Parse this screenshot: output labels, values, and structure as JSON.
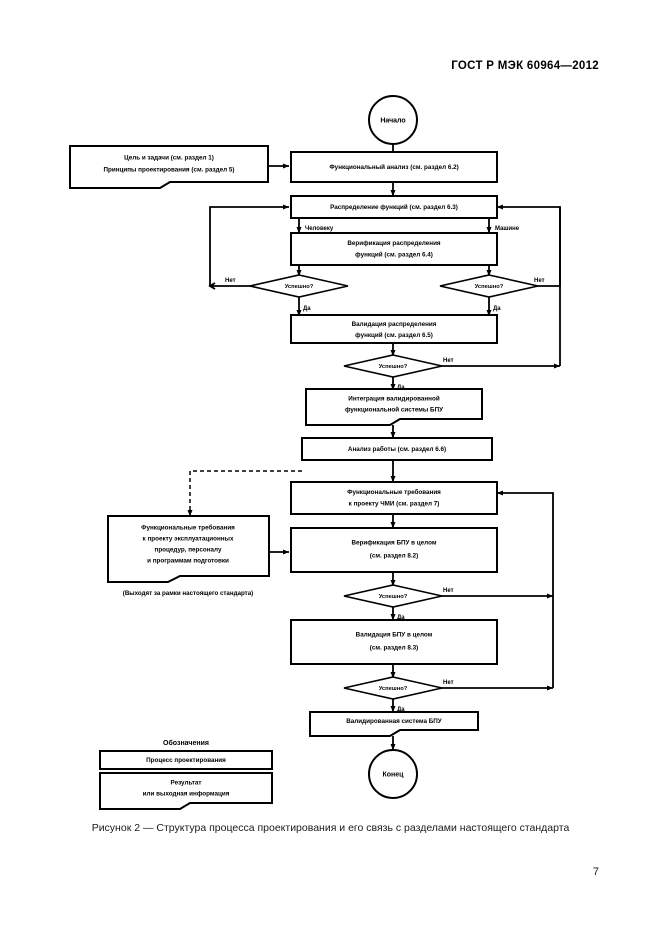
{
  "document": {
    "header": "ГОСТ Р МЭК  60964—2012",
    "page_number": "7",
    "caption": "Рисунок 2 — Структура процесса проектирования и его связь с разделами настоящего стандарта"
  },
  "flowchart": {
    "terminators": {
      "start": "Начало",
      "end": "Конец"
    },
    "nodes": {
      "goals": {
        "line1": "Цель и задачи (см. раздел 1)",
        "line2": "Принципы проектирования (см. раздел 5)"
      },
      "functional_analysis": "Функциональный анализ (см. раздел 6.2)",
      "function_allocation": "Распределение функций (см. раздел 6.3)",
      "verification_allocation": {
        "line1": "Верификация распределения",
        "line2": "функций (см. раздел 6.4)"
      },
      "validation_allocation": {
        "line1": "Валидация распределения",
        "line2": "функций (см. раздел 6.5)"
      },
      "integration": {
        "line1": "Интеграция валидированной",
        "line2": "функциональной системы БПУ"
      },
      "work_analysis": "Анализ работы (см. раздел 6.6)",
      "hmi_requirements": {
        "line1": "Функциональные требования",
        "line2": "к проекту ЧМИ (см. раздел 7)"
      },
      "operational_requirements": {
        "line1": "Функциональные требования",
        "line2": "к проекту эксплуатационных",
        "line3": "процедур, персоналу",
        "line4": "и программам подготовки"
      },
      "operational_note": "(Выходят за рамки настоящего стандарта)",
      "verification_whole": {
        "line1": "Верификация БПУ в целом",
        "line2": "(см. раздел 8.2)"
      },
      "validation_whole": {
        "line1": "Валидация БПУ в целом",
        "line2": "(см. раздел 8.3)"
      },
      "validated_system": "Валидированная система БПУ"
    },
    "decisions": {
      "d1": "Успешно?",
      "d2": "Успешно?",
      "d3": "Успешно?",
      "d4": "Успешно?",
      "d5": "Успешно?"
    },
    "edge_labels": {
      "to_human": "Человеку",
      "to_machine": "Машине",
      "no_1": "Нет",
      "yes_1": "Да",
      "no_2": "Нет",
      "yes_2": "Да",
      "no_3": "Нет",
      "yes_3": "Да",
      "no_4": "Нет",
      "yes_4": "Да",
      "no_5": "Нет",
      "yes_5": "Да"
    },
    "legend": {
      "title": "Обозначения",
      "process": "Процесс проектирования",
      "output": {
        "line1": "Результат",
        "line2": "или выходная информация"
      }
    },
    "colors": {
      "stroke": "#000000",
      "fill": "#ffffff",
      "text": "#000000"
    }
  }
}
